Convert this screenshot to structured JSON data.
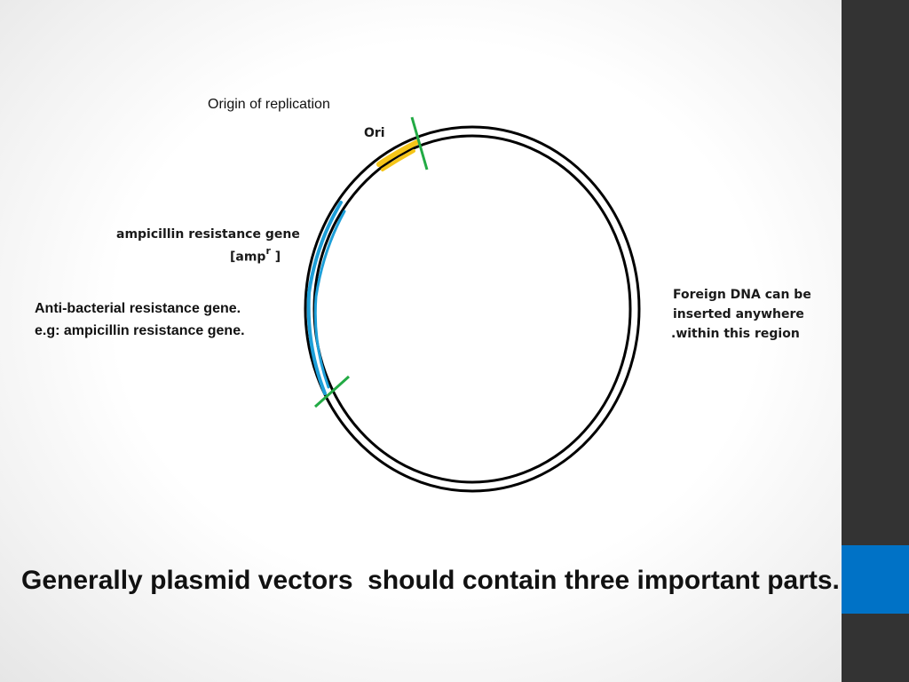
{
  "diagram": {
    "origin_caption": "Origin of replication",
    "ori_label": "Ori",
    "amp_gene_label": "ampicillin resistance gene",
    "amp_symbol": {
      "prefix": "[amp",
      "superscript": "r",
      "suffix": " ]"
    },
    "antibacterial_line1": "Anti-bacterial resistance gene.",
    "antibacterial_line2": "e.g: ampicillin resistance gene.",
    "foreign_line1": "Foreign DNA can be",
    "foreign_line2": "inserted anywhere",
    "foreign_line3": ".within this region"
  },
  "slide_title": "Generally plasmid vectors  should contain three important parts.",
  "colors": {
    "plasmid_ring": "#000000",
    "ori_segment": "#f5c518",
    "amp_segment": "#1e9fd8",
    "cut_marks": "#22aa44",
    "side_bar": "#333333",
    "side_accent": "#0072c6"
  }
}
